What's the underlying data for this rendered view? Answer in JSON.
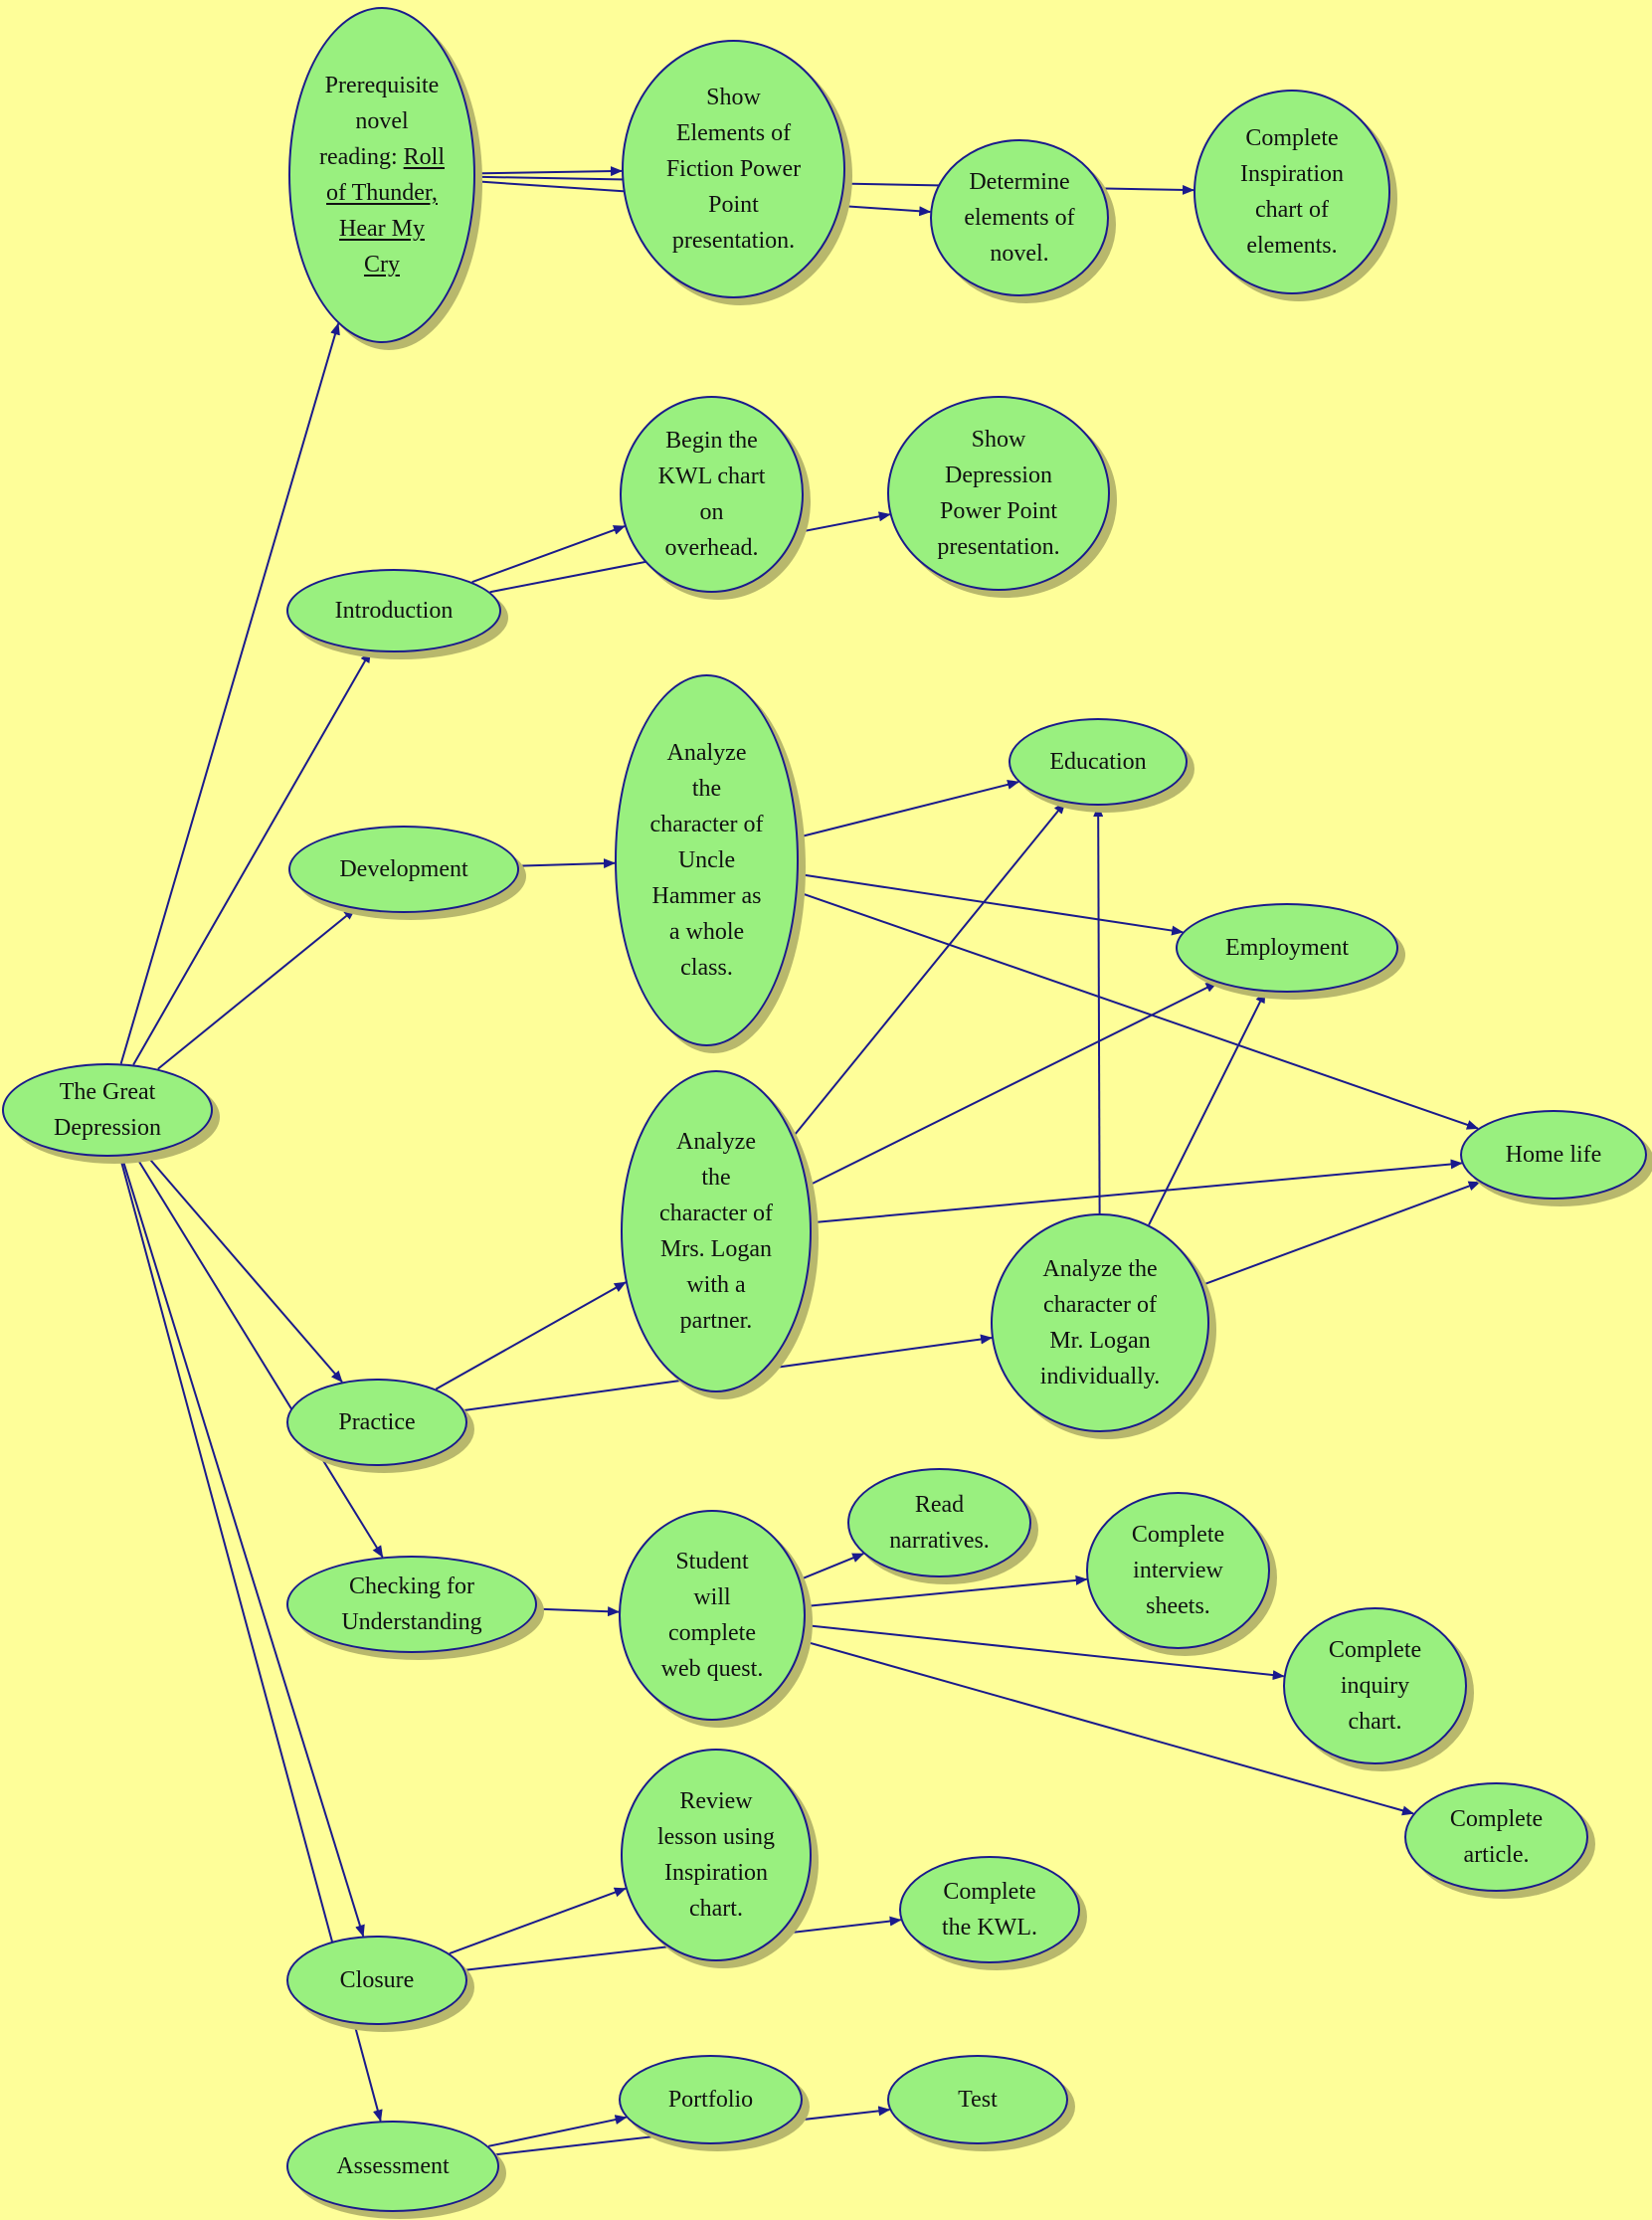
{
  "diagram": {
    "colors": {
      "background": "#fefe99",
      "node_fill": "#99f07f",
      "node_border": "#1a1a8c",
      "edge": "#1a1a8c",
      "shadow": "#b8b86c"
    },
    "nodes": [
      {
        "id": "root",
        "lines": [
          "The Great",
          "Depression"
        ]
      },
      {
        "id": "prereq",
        "lines": [
          "Prerequisite",
          "novel",
          "reading: Roll",
          "of Thunder,",
          "Hear My",
          "Cry"
        ]
      },
      {
        "id": "fiction_ppt",
        "lines": [
          "Show",
          "Elements of",
          "Fiction Power",
          "Point",
          "presentation."
        ]
      },
      {
        "id": "determine",
        "lines": [
          "Determine",
          "elements of",
          "novel."
        ]
      },
      {
        "id": "insp_chart",
        "lines": [
          "Complete",
          "Inspiration",
          "chart of",
          "elements."
        ]
      },
      {
        "id": "intro",
        "lines": [
          "Introduction"
        ]
      },
      {
        "id": "kwl_begin",
        "lines": [
          "Begin the",
          "KWL chart",
          "on",
          "overhead."
        ]
      },
      {
        "id": "dep_ppt",
        "lines": [
          "Show",
          "Depression",
          "Power Point",
          "presentation."
        ]
      },
      {
        "id": "development",
        "lines": [
          "Development"
        ]
      },
      {
        "id": "uncle",
        "lines": [
          "Analyze",
          "the",
          "character of",
          "Uncle",
          "Hammer as",
          "a whole",
          "class."
        ]
      },
      {
        "id": "education",
        "lines": [
          "Education"
        ]
      },
      {
        "id": "employment",
        "lines": [
          "Employment"
        ]
      },
      {
        "id": "homelife",
        "lines": [
          "Home life"
        ]
      },
      {
        "id": "mrs_logan",
        "lines": [
          "Analyze",
          "the",
          "character of",
          "Mrs. Logan",
          "with a",
          "partner."
        ]
      },
      {
        "id": "mr_logan",
        "lines": [
          "Analyze the",
          "character of",
          "Mr. Logan",
          "individually."
        ]
      },
      {
        "id": "practice",
        "lines": [
          "Practice"
        ]
      },
      {
        "id": "checking",
        "lines": [
          "Checking for",
          "Understanding"
        ]
      },
      {
        "id": "webquest",
        "lines": [
          "Student",
          "will",
          "complete",
          "web quest."
        ]
      },
      {
        "id": "narratives",
        "lines": [
          "Read",
          "narratives."
        ]
      },
      {
        "id": "interview",
        "lines": [
          "Complete",
          "interview",
          "sheets."
        ]
      },
      {
        "id": "inquiry",
        "lines": [
          "Complete",
          "inquiry",
          "chart."
        ]
      },
      {
        "id": "article",
        "lines": [
          "Complete",
          "article."
        ]
      },
      {
        "id": "closure",
        "lines": [
          "Closure"
        ]
      },
      {
        "id": "review",
        "lines": [
          "Review",
          "lesson using",
          "Inspiration",
          "chart."
        ]
      },
      {
        "id": "kwl_complete",
        "lines": [
          "Complete",
          "the KWL."
        ]
      },
      {
        "id": "assessment",
        "lines": [
          "Assessment"
        ]
      },
      {
        "id": "portfolio",
        "lines": [
          "Portfolio"
        ]
      },
      {
        "id": "test",
        "lines": [
          "Test"
        ]
      }
    ],
    "edges": [
      [
        "root",
        "prereq"
      ],
      [
        "root",
        "intro"
      ],
      [
        "root",
        "development"
      ],
      [
        "root",
        "practice"
      ],
      [
        "root",
        "checking"
      ],
      [
        "root",
        "closure"
      ],
      [
        "root",
        "assessment"
      ],
      [
        "prereq",
        "fiction_ppt"
      ],
      [
        "prereq",
        "determine"
      ],
      [
        "prereq",
        "insp_chart"
      ],
      [
        "intro",
        "kwl_begin"
      ],
      [
        "intro",
        "dep_ppt"
      ],
      [
        "development",
        "uncle"
      ],
      [
        "uncle",
        "education"
      ],
      [
        "uncle",
        "employment"
      ],
      [
        "uncle",
        "homelife"
      ],
      [
        "mrs_logan",
        "education"
      ],
      [
        "mrs_logan",
        "employment"
      ],
      [
        "mrs_logan",
        "homelife"
      ],
      [
        "mr_logan",
        "education"
      ],
      [
        "mr_logan",
        "employment"
      ],
      [
        "mr_logan",
        "homelife"
      ],
      [
        "practice",
        "mrs_logan"
      ],
      [
        "practice",
        "mr_logan"
      ],
      [
        "checking",
        "webquest"
      ],
      [
        "webquest",
        "narratives"
      ],
      [
        "webquest",
        "interview"
      ],
      [
        "webquest",
        "inquiry"
      ],
      [
        "webquest",
        "article"
      ],
      [
        "closure",
        "review"
      ],
      [
        "closure",
        "kwl_complete"
      ],
      [
        "assessment",
        "portfolio"
      ],
      [
        "assessment",
        "test"
      ]
    ]
  }
}
